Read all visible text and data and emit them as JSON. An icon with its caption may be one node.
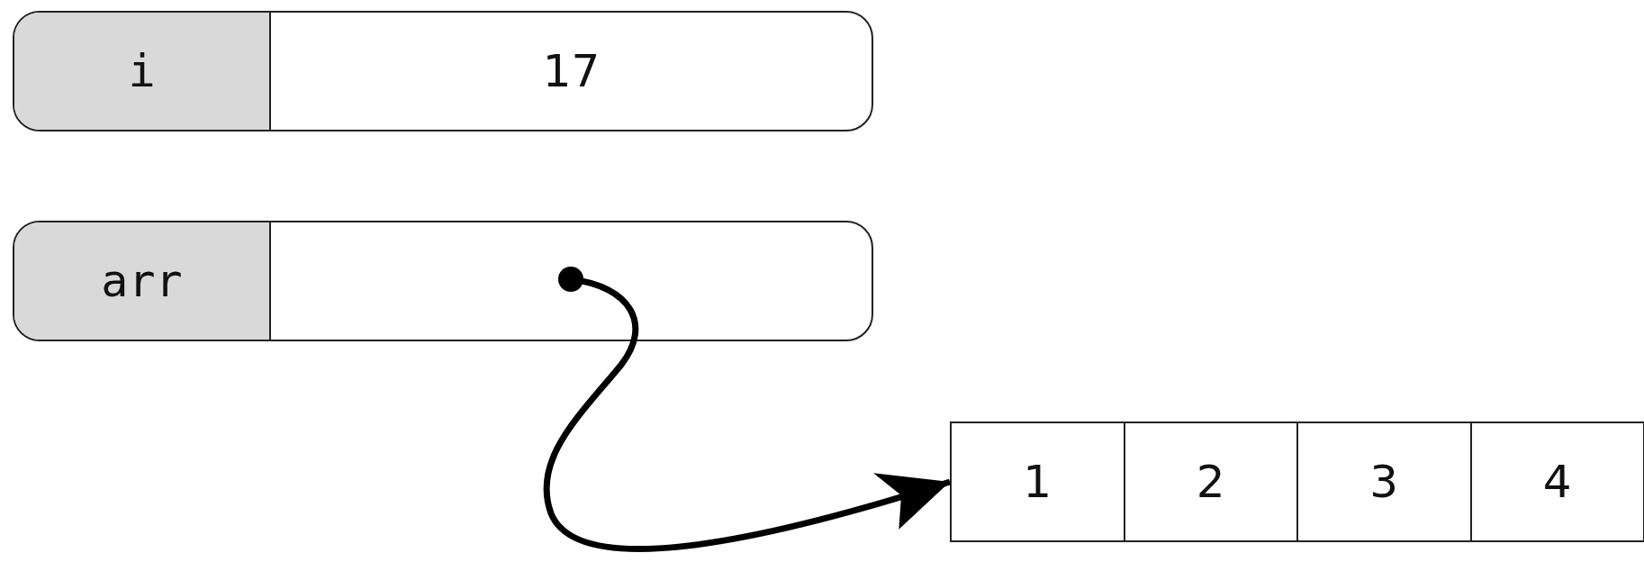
{
  "diagram": {
    "nodes": [
      {
        "text": [
          "i",
          "17"
        ]
      },
      {
        "text": [
          "arr"
        ]
      },
      {
        "text": [],
        "shape": "box"
      },
      {
        "text": [
          "1"
        ],
        "in": 2
      },
      {
        "text": [
          "2"
        ],
        "in": 2
      },
      {
        "text": [
          "3"
        ],
        "in": 2
      },
      {
        "text": [
          "4"
        ],
        "in": 2
      }
    ],
    "edges": [
      {
        "from": 1,
        "to": 2,
        "arrow": "to"
      }
    ]
  }
}
